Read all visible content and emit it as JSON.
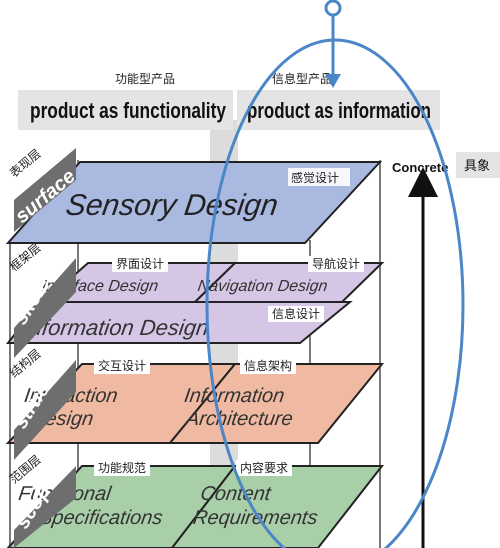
{
  "columns": {
    "left": {
      "cn": "功能型产品",
      "en": "product as functionality"
    },
    "right": {
      "cn": "信息型产品",
      "en": "product as information"
    }
  },
  "axis": {
    "top_en": "Concrete",
    "top_cn": "具象"
  },
  "planes": [
    {
      "en": "surface",
      "cn": "表现层",
      "items": [
        {
          "text": "Sensory Design",
          "cn": "感觉设计"
        }
      ]
    },
    {
      "en": "skeleton",
      "cn": "框架层",
      "items": [
        {
          "text": "Interface Design",
          "cn": "界面设计"
        },
        {
          "text": "Navigation Design",
          "cn": "导航设计"
        },
        {
          "text": "Information Design",
          "cn": "信息设计"
        }
      ]
    },
    {
      "en": "structure",
      "cn": "结构层",
      "items": [
        {
          "line1": "Interaction",
          "line2": "Design",
          "cn": "交互设计"
        },
        {
          "line1": "Information",
          "line2": "Architecture",
          "cn": "信息架构"
        }
      ]
    },
    {
      "en": "scope",
      "cn": "范围层",
      "items": [
        {
          "line1": "Functional",
          "line2": "Specifications",
          "cn": "功能规范"
        },
        {
          "line1": "Content",
          "line2": "Requirements",
          "cn": "内容要求"
        }
      ]
    }
  ],
  "colors": {
    "surface": "#aab9e0",
    "skeleton": "#d6c6e6",
    "structure": "#efb9a2",
    "scope": "#a9cfa9",
    "overlay_arrow": "#4a86c8",
    "header_bg": "#e4e4e4",
    "side_label_bg": "#6e6e6e"
  }
}
